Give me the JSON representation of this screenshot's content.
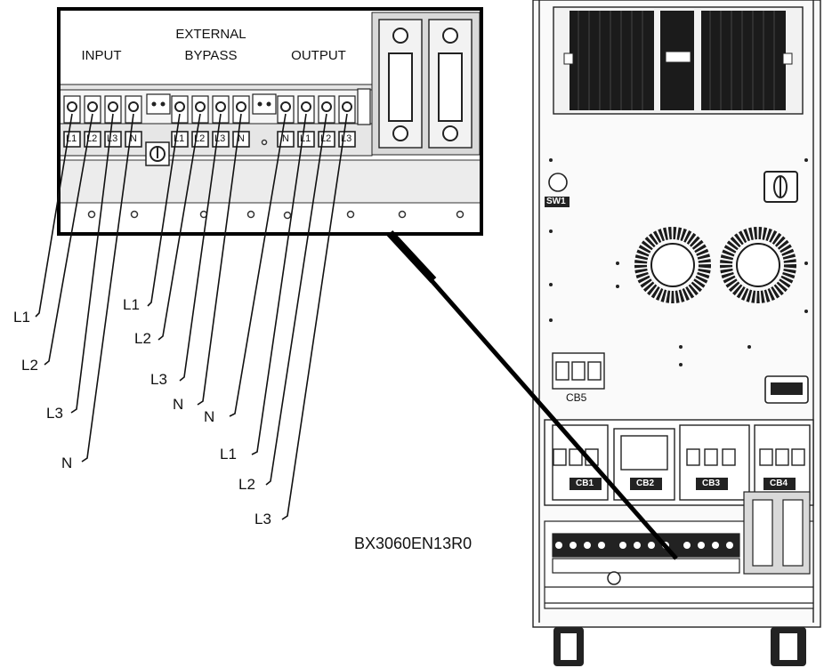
{
  "inset": {
    "group_input": "INPUT",
    "group_bypass_line1": "EXTERNAL",
    "group_bypass_line2": "BYPASS",
    "group_output": "OUTPUT",
    "terminals": [
      "L1",
      "L2",
      "L3",
      "N",
      "L1",
      "L2",
      "L3",
      "N",
      "N",
      "L1",
      "L2",
      "L3"
    ]
  },
  "cabinet": {
    "switch_label": "SW1",
    "breaker_cb5": "CB5",
    "breakers": [
      "CB1",
      "CB2",
      "CB3",
      "CB4"
    ]
  },
  "wires": {
    "input": [
      "L1",
      "L2",
      "L3",
      "N"
    ],
    "bypass": [
      "L1",
      "L2",
      "L3",
      "N"
    ],
    "output": [
      "N",
      "L1",
      "L2",
      "L3"
    ]
  },
  "document_code": "BX3060EN13R0"
}
